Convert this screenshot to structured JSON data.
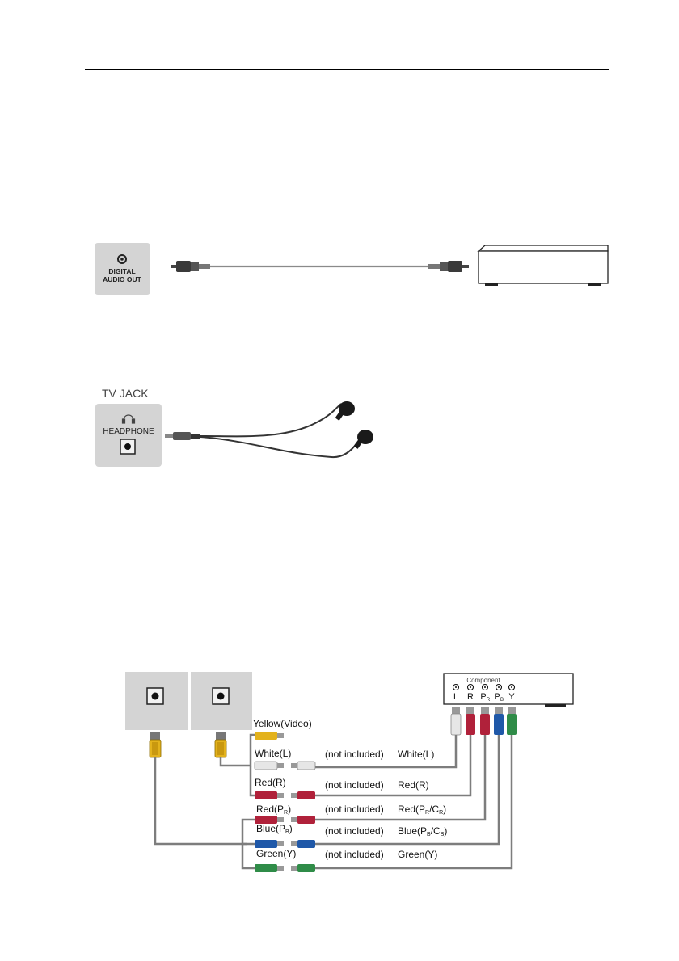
{
  "optical": {
    "port_line1": "DIGITAL",
    "port_line2": "AUDIO OUT"
  },
  "headphone": {
    "section_label": "TV JACK",
    "port_label": "HEADPHONE"
  },
  "component": {
    "device_label": "Component",
    "device_ports": [
      "L",
      "R",
      "P",
      "P",
      "Y"
    ],
    "device_port_subs": [
      "",
      "",
      "R",
      "B",
      ""
    ],
    "plug_labels": {
      "video": "Yellow(Video)",
      "white": "White(L)",
      "red": "Red(R)",
      "pr": "Red(P",
      "pr_sub": "R",
      "pb": "Blue(P",
      "pb_sub": "B",
      "green": "Green(Y)",
      "close": ")"
    },
    "cables": [
      {
        "note": "(not included)",
        "name": "White(L)",
        "sub1": "",
        "mid": "",
        "sub2": "",
        "end": ""
      },
      {
        "note": "(not included)",
        "name": "Red(R)",
        "sub1": "",
        "mid": "",
        "sub2": "",
        "end": ""
      },
      {
        "note": "(not included)",
        "name": "Red(P",
        "sub1": "R",
        "mid": "/C",
        "sub2": "R",
        "end": ")"
      },
      {
        "note": "(not included)",
        "name": "Blue(P",
        "sub1": "B",
        "mid": "/C",
        "sub2": "B",
        "end": ")"
      },
      {
        "note": "(not included)",
        "name": "Green(Y)",
        "sub1": "",
        "mid": "",
        "sub2": "",
        "end": ""
      }
    ]
  },
  "colors": {
    "panel": "#d4d4d4",
    "cable": "#7d7d7d",
    "yellow": "#e3b21c",
    "white": "#e6e6e6",
    "red": "#b0213a",
    "blue": "#1f58a8",
    "green": "#2f8c48"
  }
}
